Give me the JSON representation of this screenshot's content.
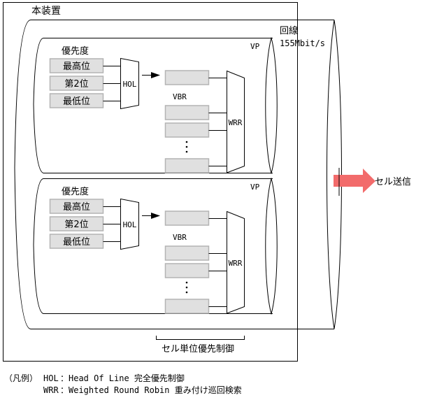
{
  "device": {
    "label": "本装置"
  },
  "line": {
    "label": "回線",
    "rate": "155Mbit/s"
  },
  "output": {
    "label": "セル送信",
    "arrow_color": "#f26b6b"
  },
  "vps": [
    {
      "label": "VP",
      "priority_title": "優先度",
      "priorities": [
        "最高位",
        "第2位",
        "最低位"
      ],
      "hol_label": "HOL",
      "vbr_label": "VBR",
      "wrr_label": "WRR"
    },
    {
      "label": "VP",
      "priority_title": "優先度",
      "priorities": [
        "最高位",
        "第2位",
        "最低位"
      ],
      "hol_label": "HOL",
      "vbr_label": "VBR",
      "wrr_label": "WRR"
    }
  ],
  "bracket_label": "セル単位優先制御",
  "legend": {
    "prefix": "（凡例）",
    "items": [
      {
        "abbr": "HOL",
        "text": "：Head Of Line 完全優先制御"
      },
      {
        "abbr": "WRR",
        "text": "：Weighted Round Robin 重み付け巡回検索"
      }
    ]
  },
  "colors": {
    "queue_fill": "#e0e0e0",
    "queue_border": "#b4b4b4"
  }
}
